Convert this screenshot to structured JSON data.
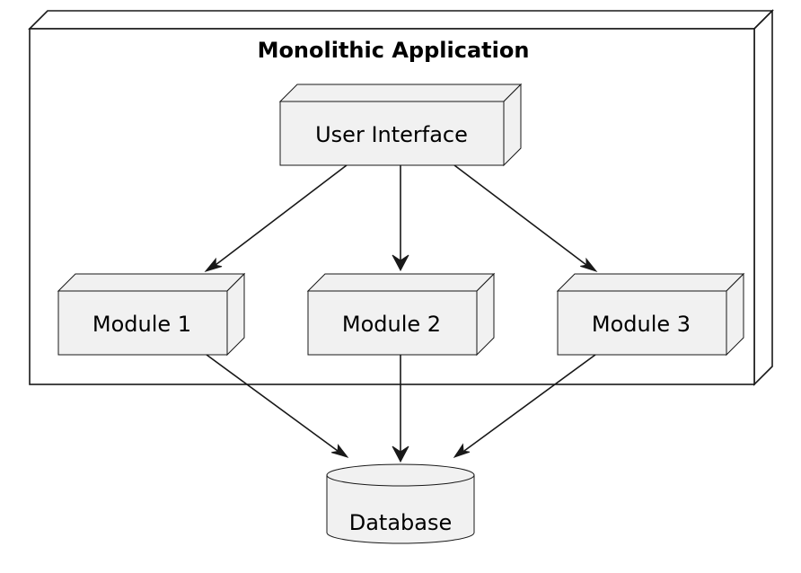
{
  "diagram": {
    "container": {
      "title": "Monolithic Application"
    },
    "nodes": {
      "user_interface": "User Interface",
      "module_1": "Module 1",
      "module_2": "Module 2",
      "module_3": "Module 3",
      "database": "Database"
    },
    "edges": [
      {
        "from": "User Interface",
        "to": "Module 1"
      },
      {
        "from": "User Interface",
        "to": "Module 2"
      },
      {
        "from": "User Interface",
        "to": "Module 3"
      },
      {
        "from": "Module 1",
        "to": "Database"
      },
      {
        "from": "Module 2",
        "to": "Database"
      },
      {
        "from": "Module 3",
        "to": "Database"
      }
    ],
    "colors": {
      "node_fill": "#f1f1f1",
      "stroke": "#181818",
      "background": "#ffffff"
    }
  }
}
